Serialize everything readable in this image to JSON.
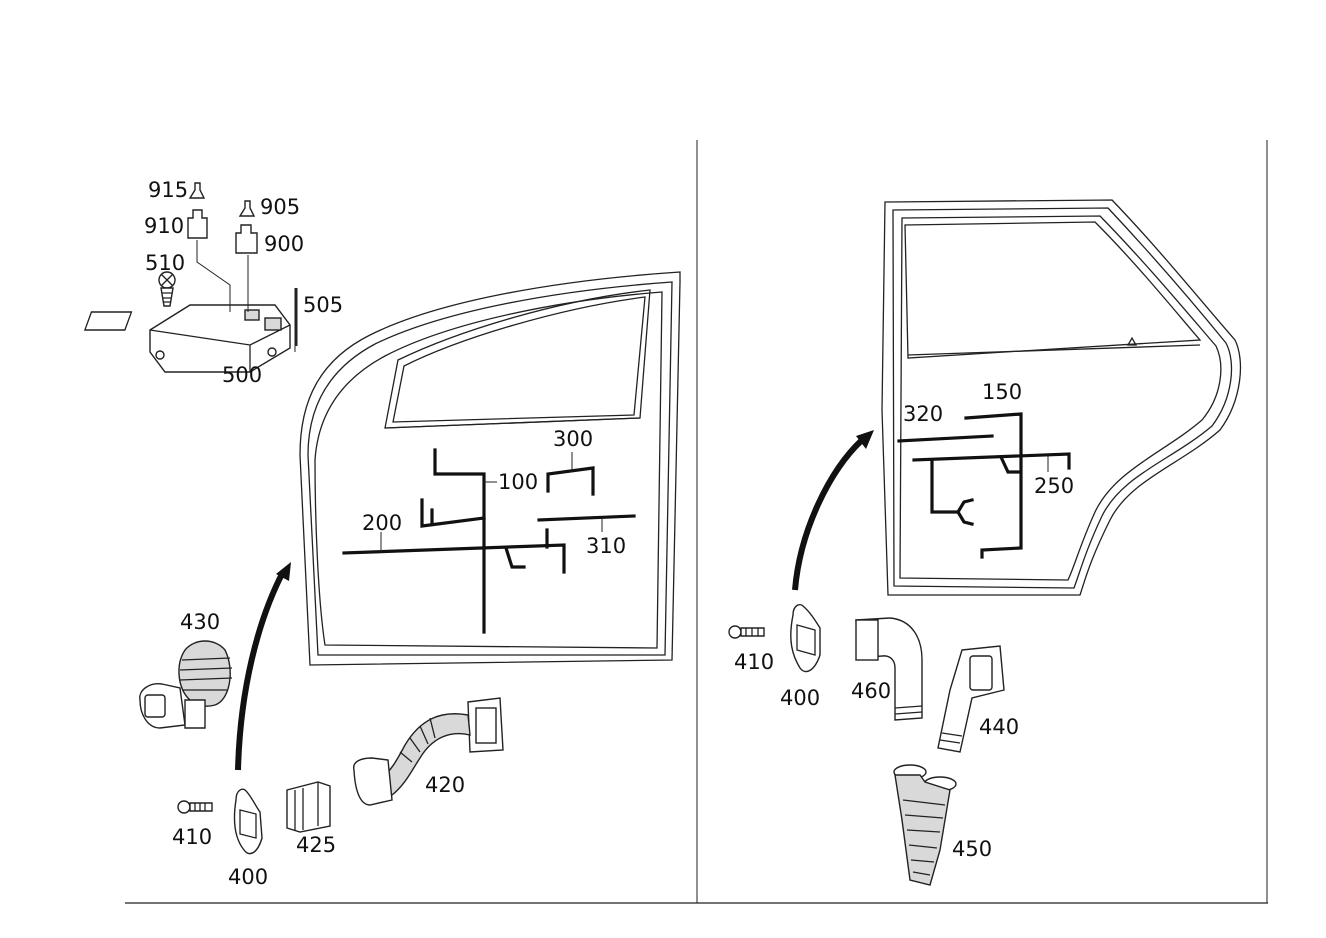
{
  "left_panel": {
    "labels": {
      "p915": "915",
      "p910": "910",
      "p905": "905",
      "p900": "900",
      "p510": "510",
      "p505": "505",
      "p500": "500",
      "p300": "300",
      "p100": "100",
      "p200": "200",
      "p310": "310",
      "p430": "430",
      "p420": "420",
      "p425": "425",
      "p410": "410",
      "p400": "400"
    }
  },
  "right_panel": {
    "labels": {
      "p150": "150",
      "p320": "320",
      "p250": "250",
      "p410": "410",
      "p400": "400",
      "p460": "460",
      "p440": "440",
      "p450": "450"
    }
  }
}
